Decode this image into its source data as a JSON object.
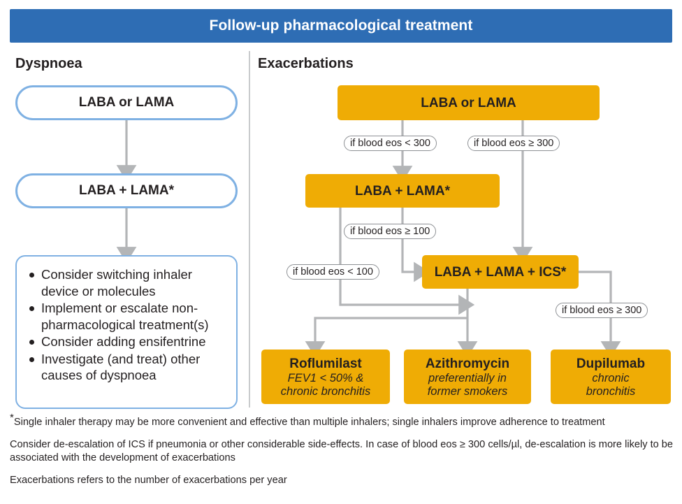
{
  "header": {
    "title": "Follow-up pharmacological treatment"
  },
  "columns": {
    "dyspnoea": {
      "heading": "Dyspnoea"
    },
    "exacerbations": {
      "heading": "Exacerbations"
    }
  },
  "dyspnoea_flow": {
    "step1": "LABA or LAMA",
    "step2": "LABA + LAMA*",
    "options": [
      "Consider switching inhaler device or molecules",
      "Implement or escalate non-pharmacological treatment(s)",
      "Consider adding ensifentrine",
      "Investigate (and treat) other causes of dyspnoea"
    ]
  },
  "exacerbations_flow": {
    "step1": "LABA or LAMA",
    "step2": "LABA + LAMA*",
    "step3": "LABA + LAMA + ICS*",
    "conditions": {
      "eos_lt_300": "if blood eos < 300",
      "eos_gte_300_top": "if blood eos ≥ 300",
      "eos_gte_100": "if blood eos ≥ 100",
      "eos_lt_100": "if blood eos < 100",
      "eos_gte_300_ics": "if blood eos ≥ 300"
    },
    "terminals": [
      {
        "name": "Roflumilast",
        "detail_line1": "FEV1 < 50% &",
        "detail_line2": "chronic bronchitis"
      },
      {
        "name": "Azithromycin",
        "detail_line1": "preferentially in",
        "detail_line2": "former smokers"
      },
      {
        "name": "Dupilumab",
        "detail_line1": "chronic",
        "detail_line2": "bronchitis"
      }
    ]
  },
  "footnotes": {
    "marker": "*",
    "note1": "Single inhaler therapy may be more convenient and effective than multiple inhalers; single inhalers improve adherence to treatment",
    "note2": "Consider de-escalation of ICS if pneumonia or other considerable side-effects. In case of blood eos ≥ 300 cells/µl, de-escalation is more likely to be associated with the development of exacerbations",
    "note3": "Exacerbations refers to the number of exacerbations per year"
  },
  "colors": {
    "header_blue": "#2e6db4",
    "node_orange": "#efac05",
    "pill_border_blue": "#7fb1e3",
    "connector_gray": "#b3b5b7",
    "divider_gray": "#c9cbcd",
    "text_dark": "#231f20"
  }
}
